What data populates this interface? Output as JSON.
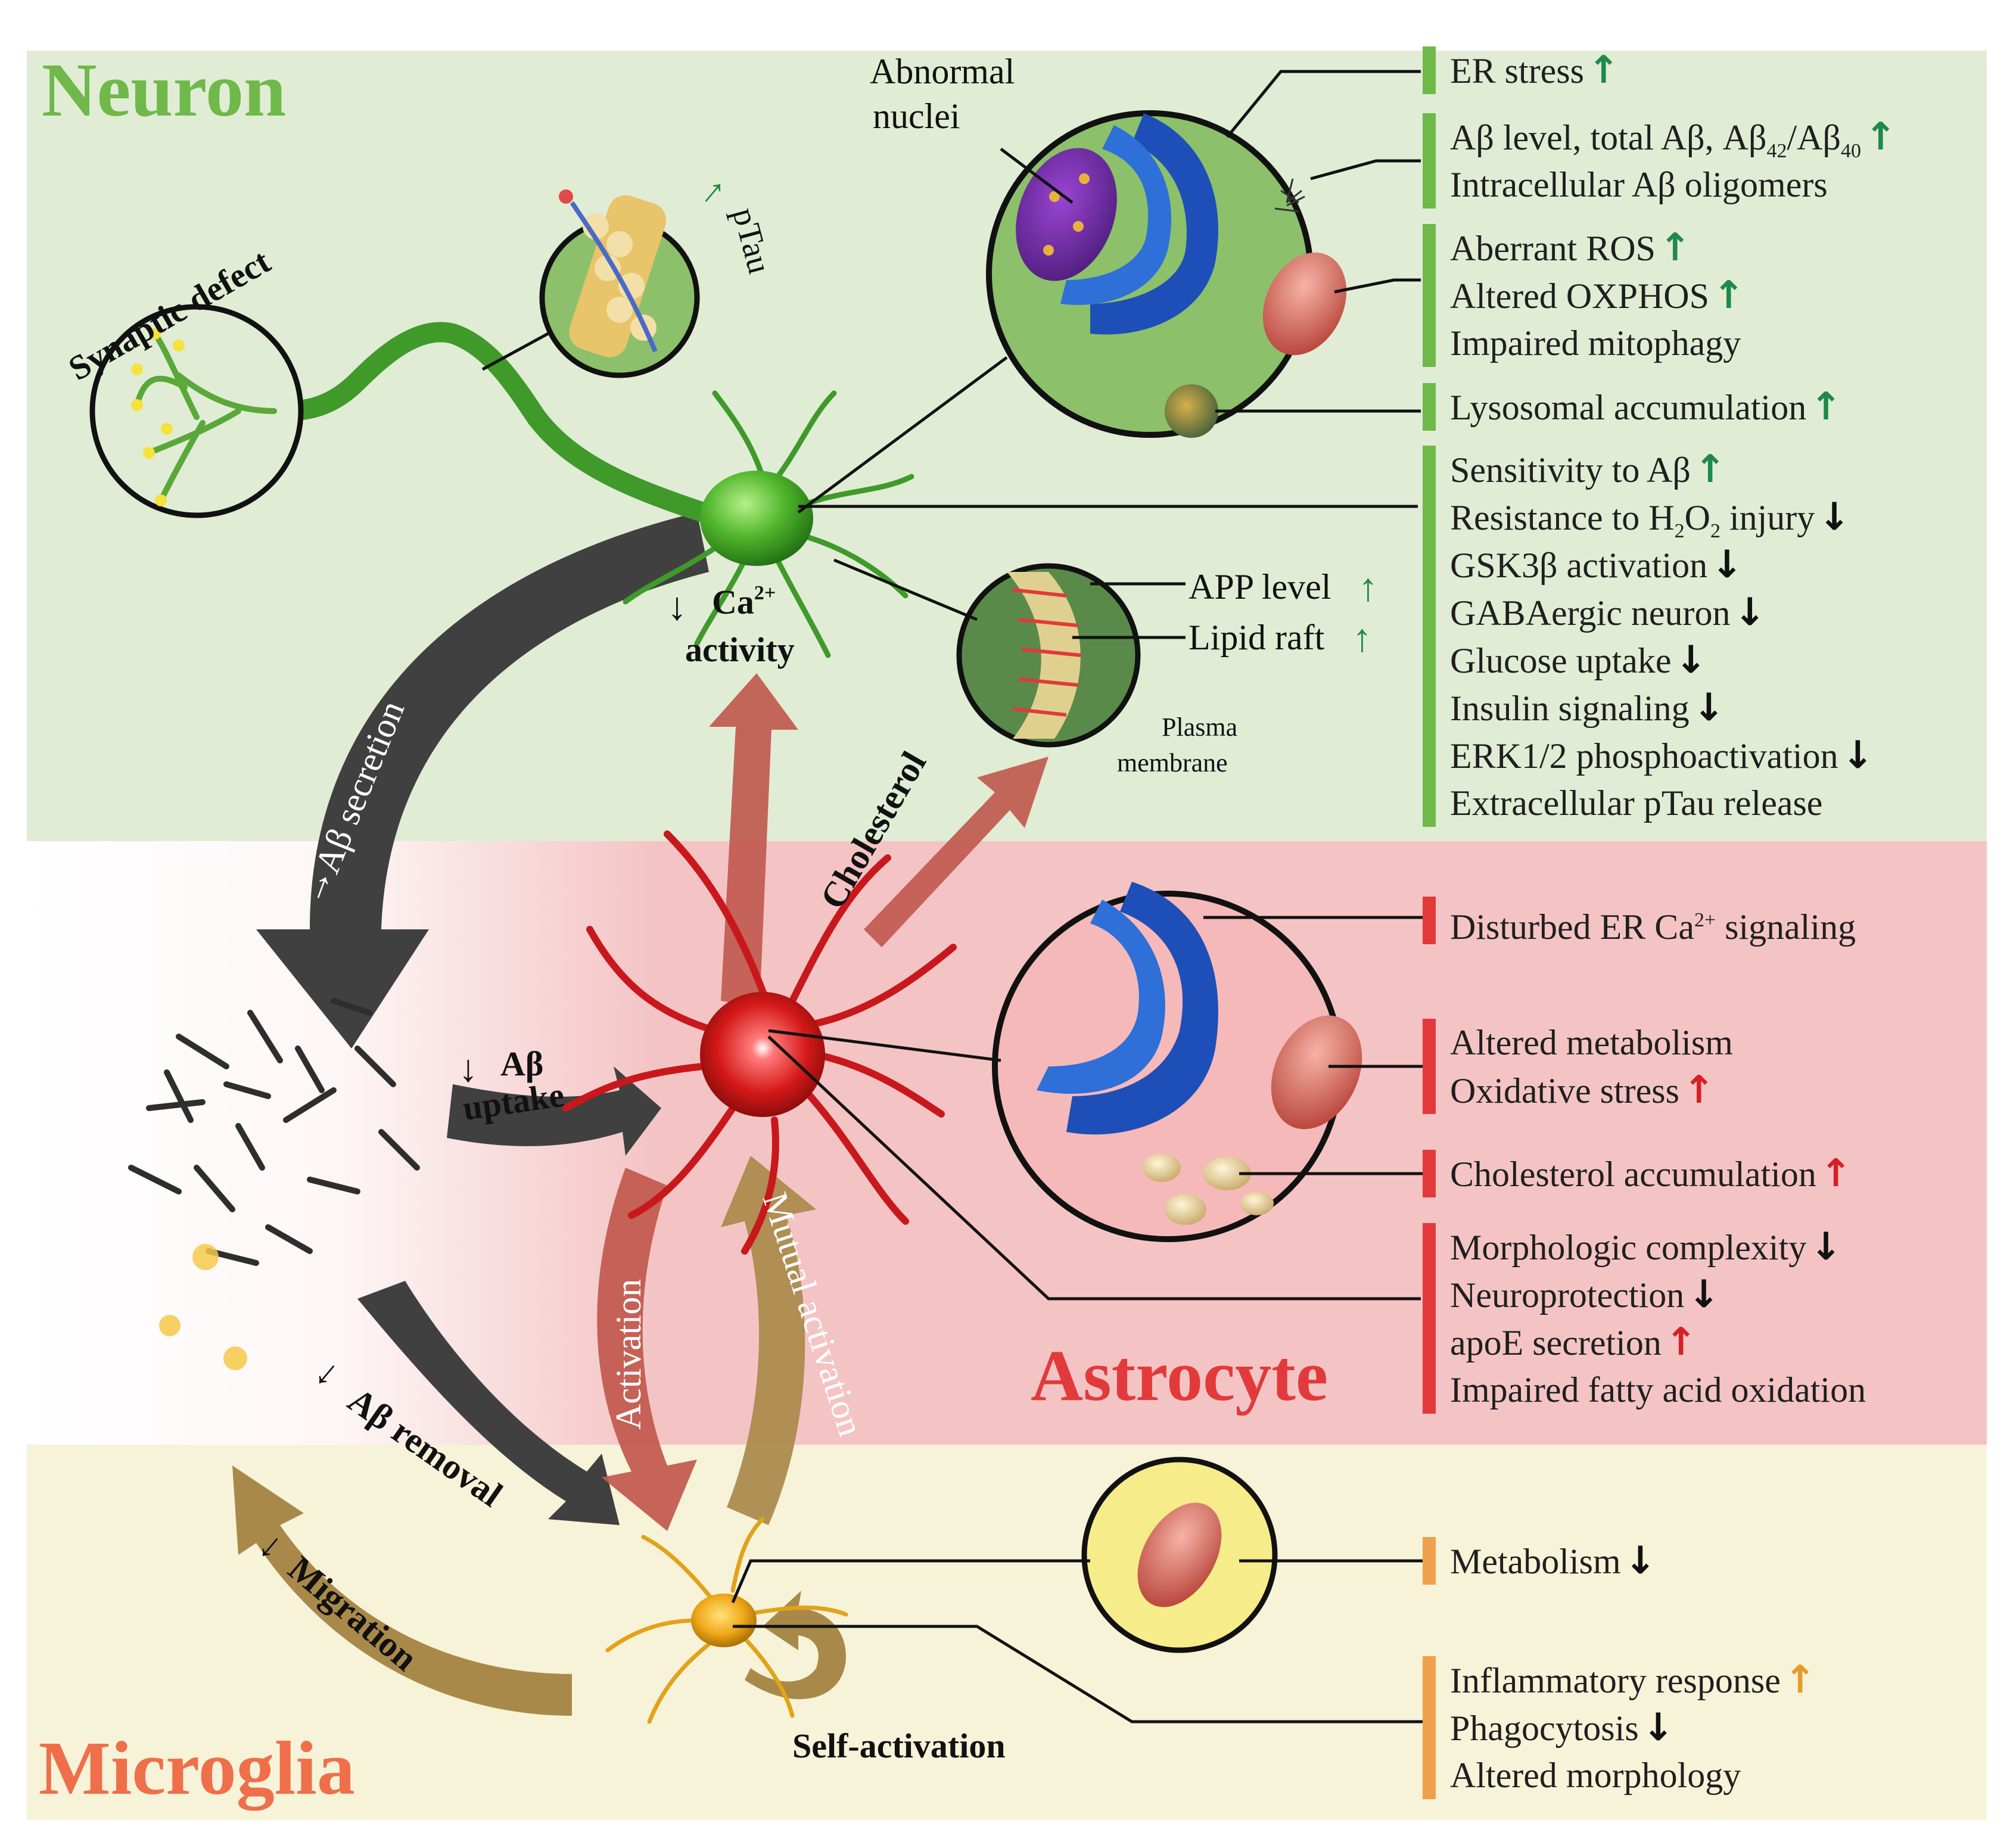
{
  "colors": {
    "neuron": "#6fb84a",
    "neuron_bg": "#e1ecd5",
    "astrocyte": "#e23a3a",
    "astrocyte_bg": "#f4c4c5",
    "microglia": "#f0a04a",
    "microglia_bg": "#f6f3d8",
    "up_neuron": "#1e8a4a",
    "up_astro": "#d81f26",
    "up_micro": "#e79a26",
    "down": "#111111"
  },
  "sections": {
    "neuron": "Neuron",
    "astrocyte": "Astrocyte",
    "microglia": "Microglia"
  },
  "diagram_labels": {
    "synaptic_defect": "Synaptic defect",
    "ptau": "pTau",
    "abnormal_nuclei_1": "Abnormal",
    "abnormal_nuclei_2": "nuclei",
    "ca": "Ca",
    "ca_sup": "2+",
    "activity": "activity",
    "app_level": "APP level",
    "lipid_raft": "Lipid raft",
    "plasma_1": "Plasma",
    "plasma_2": "membrane",
    "ab_secretion": "Aβ secretion",
    "cholesterol": "Cholesterol",
    "ab_uptake_1": "Aβ",
    "ab_uptake_2": "uptake",
    "activation": "Activation",
    "mutual_activation": "Mutual activation",
    "ab_removal": "Aβ removal",
    "migration": "Migration",
    "self_activation": "Self-activation"
  },
  "neuron_panel": {
    "er_stress": "ER stress",
    "ab_level_prefix": "Aβ level, total Aβ, Aβ",
    "sub_42": "42",
    "slash": "/Aβ",
    "sub_40": "40",
    "intracellular_ab": "Intracellular Aβ oligomers",
    "aberrant_ros": "Aberrant ROS",
    "altered_oxphos": "Altered OXPHOS",
    "impaired_mitophagy": "Impaired mitophagy",
    "lysosomal": "Lysosomal accumulation",
    "sensitivity": "Sensitivity to Aβ",
    "resistance_prefix": "Resistance to H",
    "sub_2a": "2",
    "resistance_o": "O",
    "sub_2b": "2",
    "resistance_suffix": " injury",
    "gsk3b": "GSK3β activation",
    "gabaergic": "GABAergic neuron",
    "glucose": "Glucose uptake",
    "insulin": "Insulin signaling",
    "erk": "ERK1/2 phosphoactivation",
    "extracellular_ptau": "Extracellular pTau release"
  },
  "astrocyte_panel": {
    "disturbed_prefix": "Disturbed ER Ca",
    "disturbed_sup": "2+",
    "disturbed_suffix": " signaling",
    "altered_metabolism": "Altered metabolism",
    "oxidative_stress": "Oxidative stress",
    "cholesterol_accumulation": "Cholesterol accumulation",
    "morphologic": "Morphologic complexity",
    "neuroprotection": "Neuroprotection",
    "apoe": "apoE secretion",
    "fatty_acid": "Impaired fatty acid oxidation"
  },
  "microglia_panel": {
    "metabolism": "Metabolism",
    "inflammatory": "Inflammatory response",
    "phagocytosis": "Phagocytosis",
    "altered_morphology": "Altered morphology"
  }
}
